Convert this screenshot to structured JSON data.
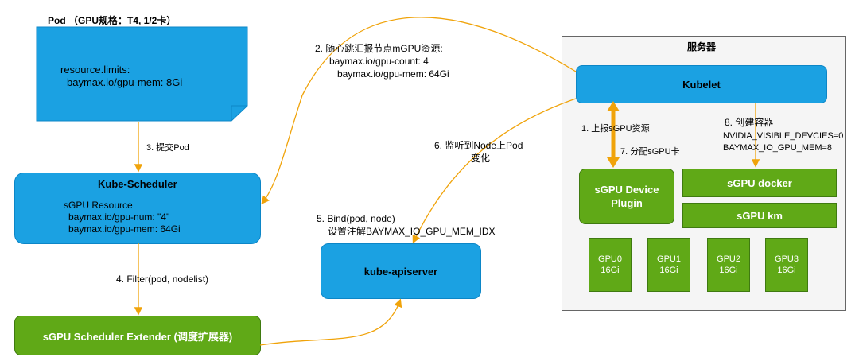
{
  "pod": {
    "title": "Pod （GPU规格：T4, 1/2卡）",
    "line1": "resource.limits:",
    "line2": "baymax.io/gpu-mem: 8Gi"
  },
  "scheduler": {
    "title": "Kube-Scheduler",
    "line1": "sGPU Resource",
    "line2": "baymax.io/gpu-num: \"4\"",
    "line3": "baymax.io/gpu-mem: 64Gi"
  },
  "extender": {
    "label": "sGPU Scheduler Extender (调度扩展器)"
  },
  "apiserver": {
    "label": "kube-apiserver"
  },
  "server": {
    "title": "服务器",
    "kubelet": "Kubelet",
    "device_plugin": "sGPU Device Plugin",
    "docker": "sGPU docker",
    "km": "sGPU km",
    "gpus": [
      {
        "name": "GPU0",
        "mem": "16Gi"
      },
      {
        "name": "GPU1",
        "mem": "16Gi"
      },
      {
        "name": "GPU2",
        "mem": "16Gi"
      },
      {
        "name": "GPU3",
        "mem": "16Gi"
      }
    ]
  },
  "steps": {
    "s1": "1. 上报sGPU资源",
    "s2_line1": "2. 随心跳汇报节点mGPU资源:",
    "s2_line2": "baymax.io/gpu-count: 4",
    "s2_line3": "baymax.io/gpu-mem: 64Gi",
    "s3": "3. 提交Pod",
    "s4": "4. Filter(pod, nodelist)",
    "s5_line1": "5. Bind(pod, node)",
    "s5_line2": "设置注解BAYMAX_IO_GPU_MEM_IDX",
    "s6_line1": "6. 监听到Node上Pod",
    "s6_line2": "变化",
    "s7": "7. 分配sGPU卡",
    "s8_line1": "8. 创建容器",
    "s8_line2": "NVIDIA_VISIBLE_DEVCIES=0",
    "s8_line3": "BAYMAX_IO_GPU_MEM=8"
  },
  "colors": {
    "blue": "#1ba1e2",
    "green": "#60a917",
    "arrow": "#f0a30a",
    "server_bg": "#f5f5f5"
  }
}
